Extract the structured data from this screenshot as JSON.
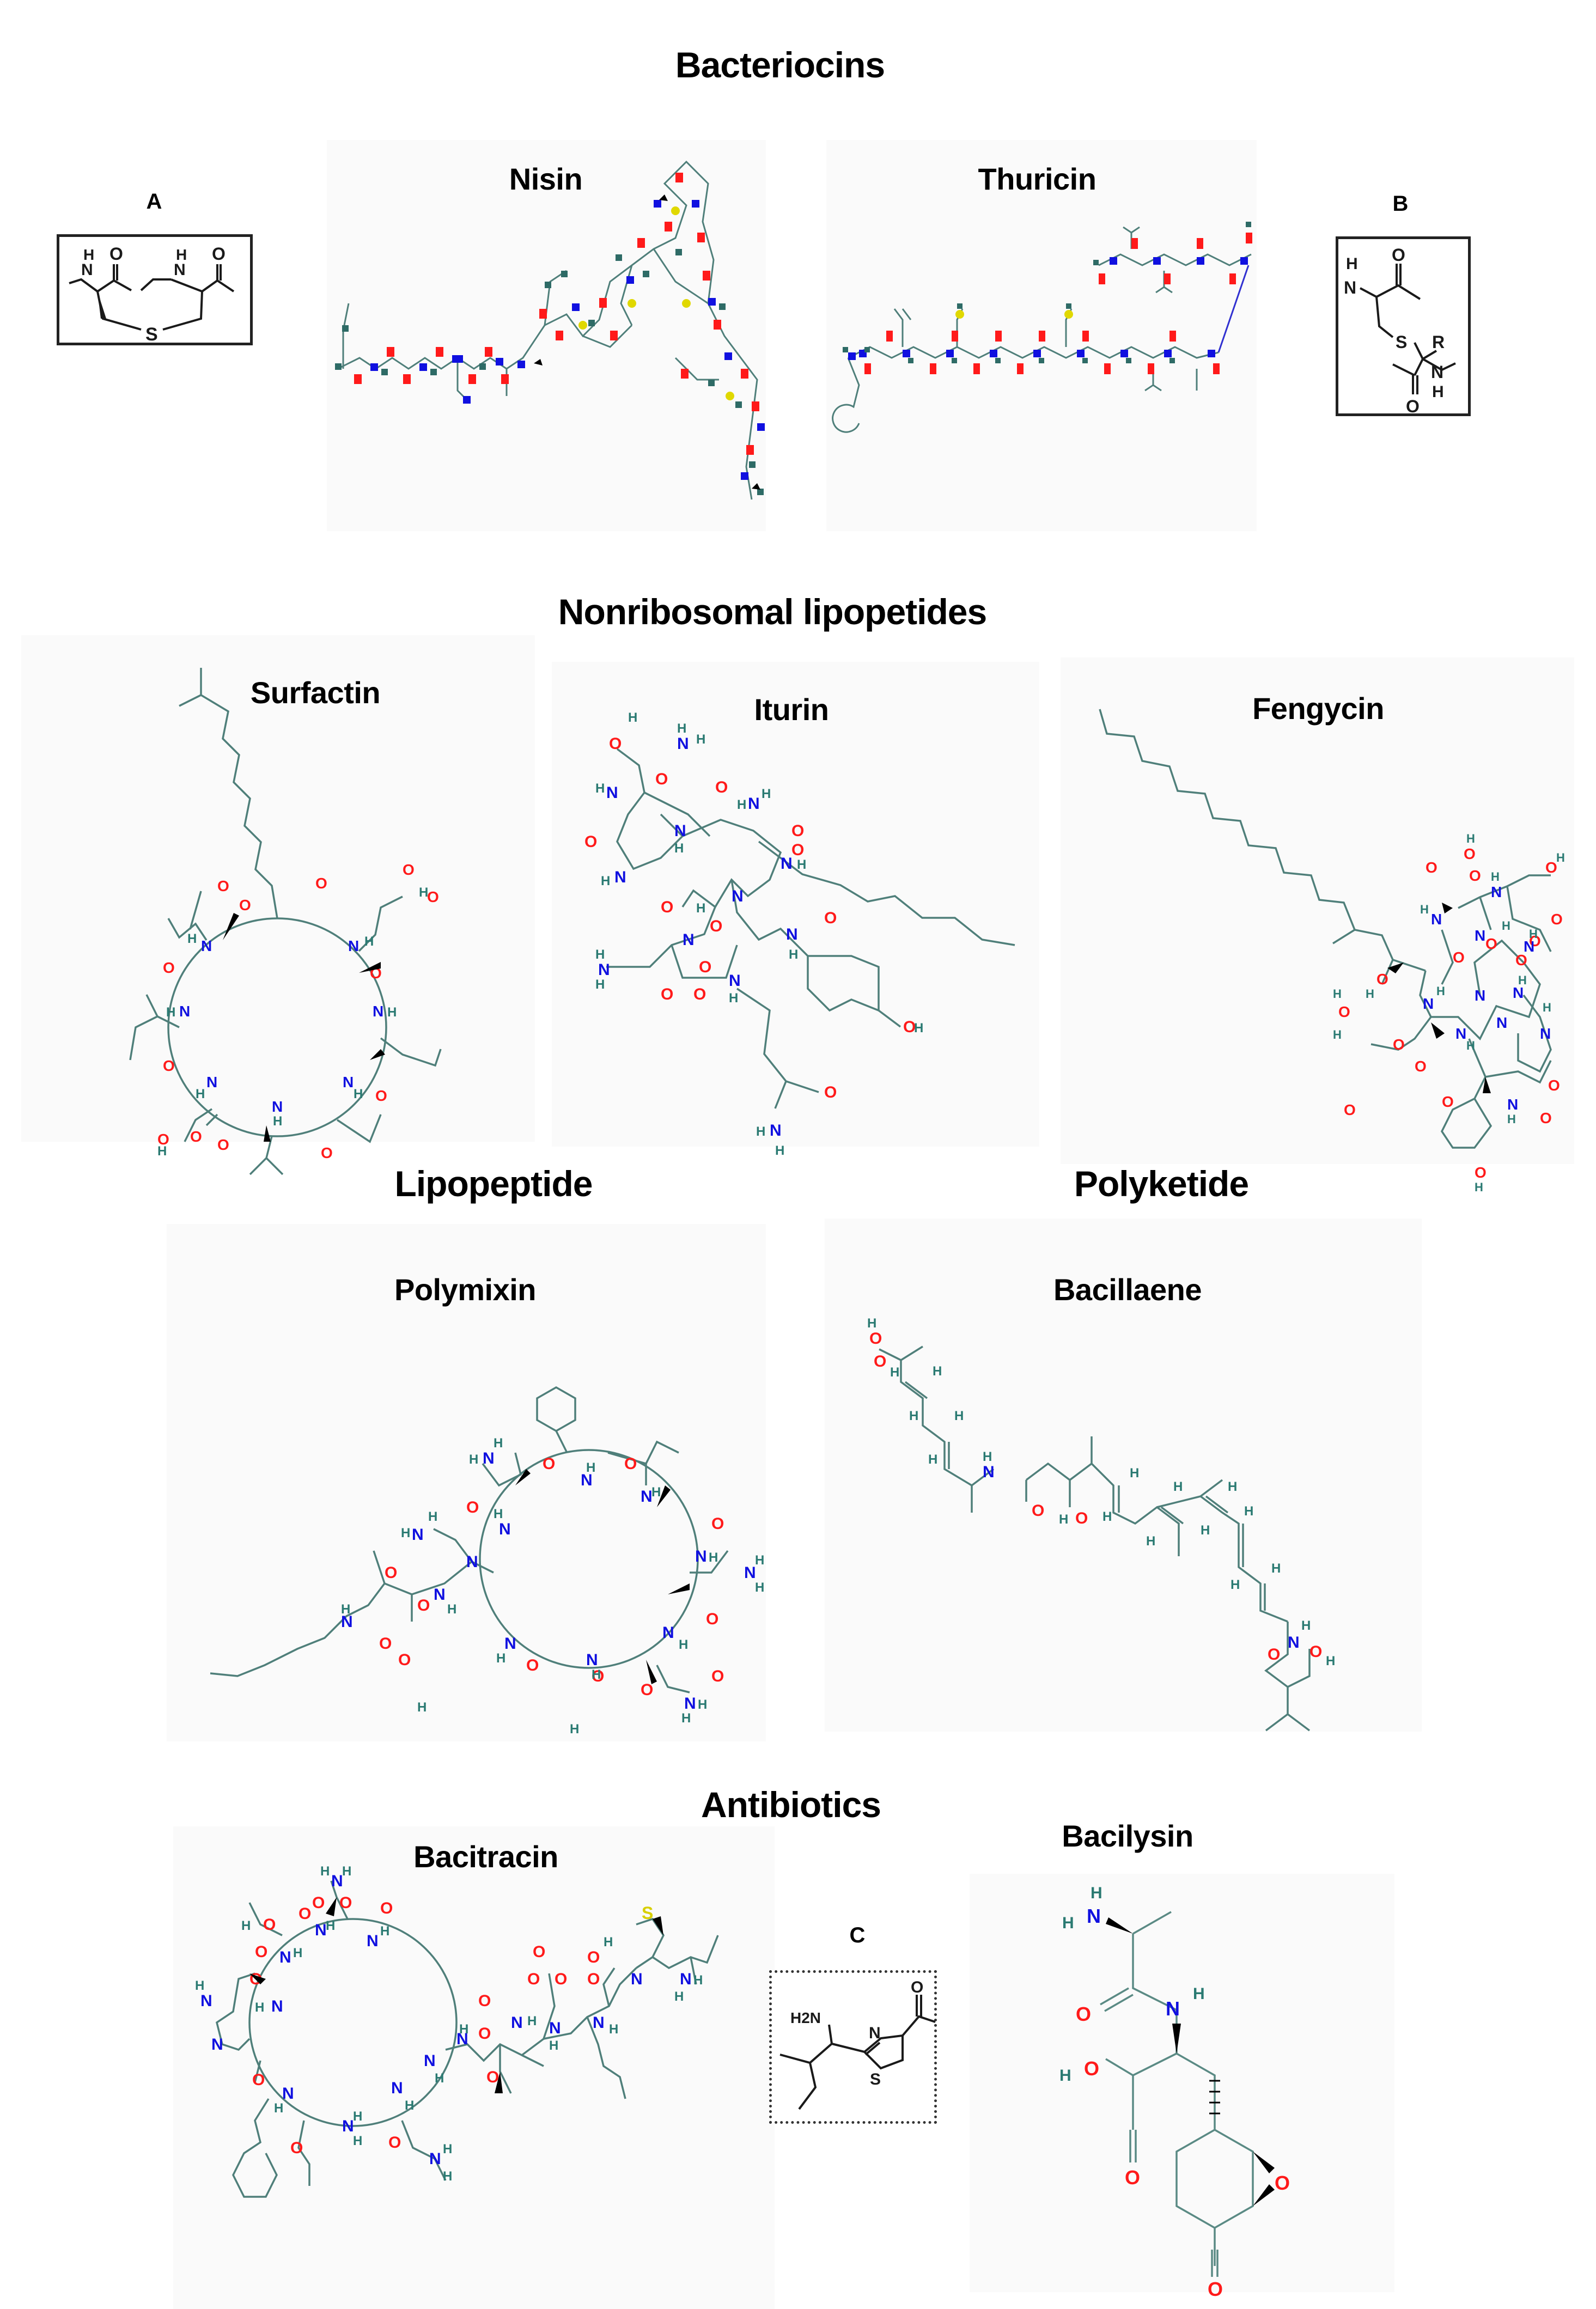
{
  "figure": {
    "sections": [
      {
        "id": "bacteriocins",
        "title": "Bacteriocins"
      },
      {
        "id": "nonribosomal",
        "title": "Nonribosomal lipopetides"
      },
      {
        "id": "lipopeptide",
        "title": "Lipopeptide"
      },
      {
        "id": "polyketide",
        "title": "Polyketide"
      },
      {
        "id": "antibiotics",
        "title": "Antibiotics"
      }
    ],
    "molecules": {
      "nisin": {
        "label": "Nisin",
        "section": "Bacteriocins"
      },
      "thuricin": {
        "label": "Thuricin",
        "section": "Bacteriocins"
      },
      "surfactin": {
        "label": "Surfactin",
        "section": "Nonribosomal lipopetides"
      },
      "iturin": {
        "label": "Iturin",
        "section": "Nonribosomal lipopetides"
      },
      "fengycin": {
        "label": "Fengycin",
        "section": "Nonribosomal lipopetides"
      },
      "polymixin": {
        "label": "Polymixin",
        "section": "Lipopeptide"
      },
      "bacillaene": {
        "label": "Bacillaene",
        "section": "Polyketide"
      },
      "bacitracin": {
        "label": "Bacitracin",
        "section": "Antibiotics"
      },
      "bacilysin": {
        "label": "Bacilysin",
        "section": "Antibiotics"
      }
    },
    "insets": {
      "A": {
        "label": "A",
        "description": "lanthionine bridge",
        "atoms": [
          "H",
          "N",
          "O",
          "H",
          "N",
          "O",
          "S"
        ]
      },
      "B": {
        "label": "B",
        "description": "sactionine thioether bridge",
        "atoms": [
          "H",
          "N",
          "O",
          "S",
          "R",
          "N",
          "H",
          "O"
        ]
      },
      "C": {
        "label": "C",
        "description": "thiazoline ring moiety",
        "atoms": [
          "H2N",
          "N",
          "S",
          "O"
        ]
      }
    },
    "atom_colors": {
      "bond": "#4f7f7a",
      "carbon_node": "#2e6b66",
      "oxygen": "#ff1a1a",
      "nitrogen": "#1010e0",
      "sulfur": "#e0d800",
      "hydrogen": "#2a7a72",
      "stereo_wedge": "#000000",
      "inset_ink": "#1a1a1a",
      "panel_bg": "#fafafa"
    }
  }
}
